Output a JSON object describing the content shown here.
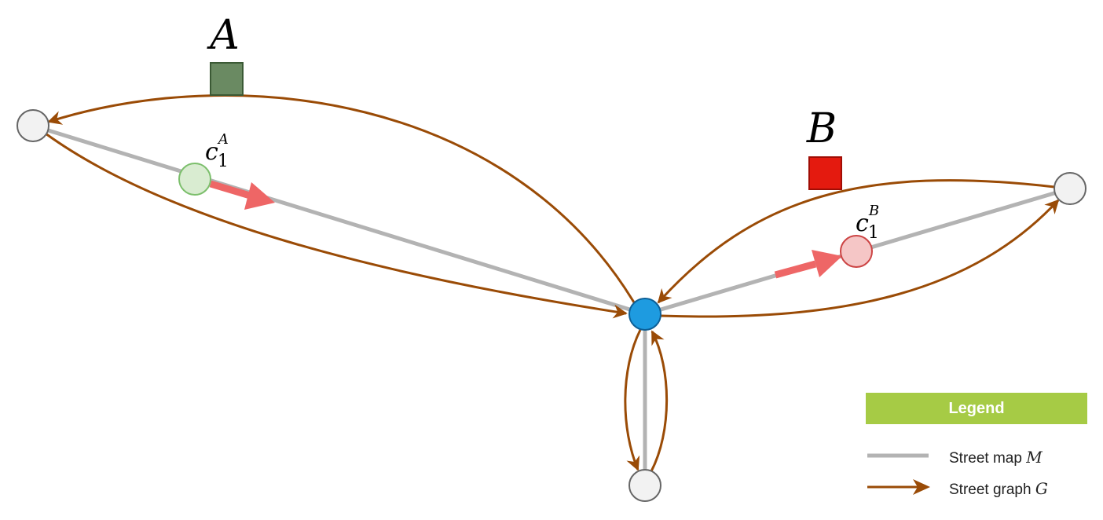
{
  "colors": {
    "street_map": "#b3b3b3",
    "street_graph": "#9a4b06",
    "region_a": "#6a8a62",
    "region_b": "#e41a0f",
    "center_node": "#1e9be0",
    "node_plain": "#f2f2f2",
    "car_a": "#d9ecd1",
    "car_b": "#f5c6c6",
    "movement_arrow": "#ee6666",
    "legend_header": "#a6cb45"
  },
  "regions": {
    "a": {
      "label": "A"
    },
    "b": {
      "label": "B"
    }
  },
  "cars": {
    "a": {
      "base": "c",
      "sub": "1",
      "sup": "A"
    },
    "b": {
      "base": "c",
      "sub": "1",
      "sup": "B"
    }
  },
  "legend": {
    "title": "Legend",
    "items": [
      {
        "label": "Street map",
        "symbol": "M",
        "kind": "line"
      },
      {
        "label": "Street graph",
        "symbol": "G",
        "kind": "arrow"
      }
    ]
  }
}
